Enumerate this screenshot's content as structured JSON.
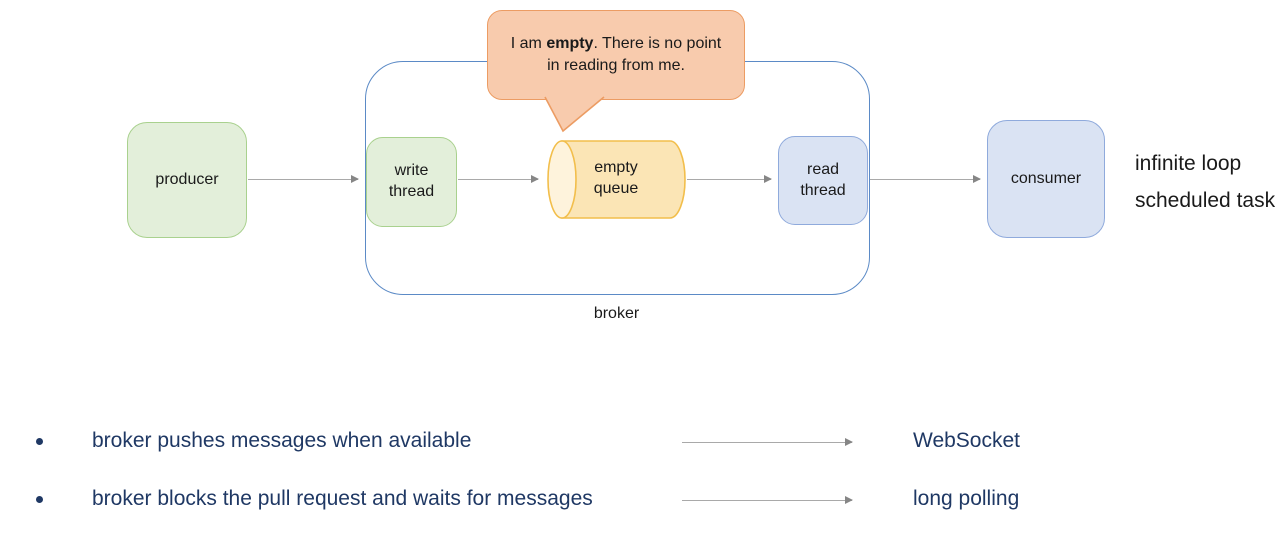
{
  "diagram": {
    "nodes": {
      "producer": "producer",
      "write_thread": "write thread",
      "queue": "empty queue",
      "read_thread": "read thread",
      "consumer": "consumer"
    },
    "broker_label": "broker",
    "callout": {
      "pre": "I am ",
      "bold": "empty",
      "post": ". There is no point",
      "line2": "in reading from me."
    },
    "consumer_notes": [
      "infinite loop",
      "scheduled task"
    ]
  },
  "legend": {
    "rows": [
      {
        "text": "broker pushes messages when available",
        "label": "WebSocket"
      },
      {
        "text": "broker blocks the pull request and waits for messages",
        "label": "long polling"
      }
    ]
  },
  "colors": {
    "green_fill": "#E3EFDA",
    "green_border": "#A9D18E",
    "blue_fill": "#DAE3F3",
    "blue_border": "#8FAADC",
    "yellow_fill": "#FBE5B5",
    "yellow_cap": "#FEF3DC",
    "yellow_border": "#F2BE4B",
    "peach_fill": "#F8CBAD",
    "peach_border": "#EC9C63",
    "broker_border": "#5B8AC6",
    "arrow_gray": "#A9A9A9",
    "navy_text": "#1F3864"
  }
}
